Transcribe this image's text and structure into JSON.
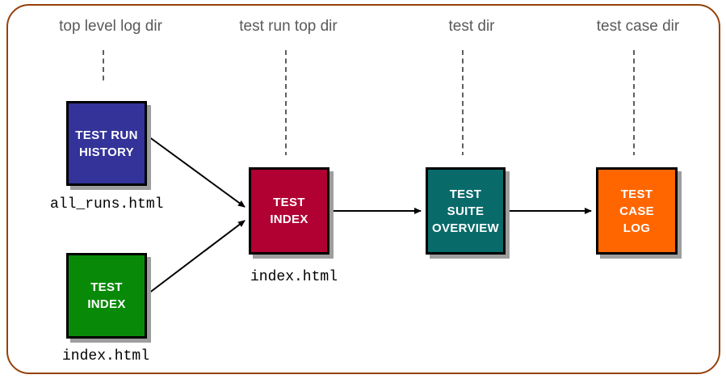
{
  "page": {
    "background_color": "#ffffff",
    "frame_border_color": "#964009"
  },
  "columns": [
    {
      "label": "top level log dir"
    },
    {
      "label": "test run top dir"
    },
    {
      "label": "test dir"
    },
    {
      "label": "test case dir"
    }
  ],
  "boxes": {
    "test_run_history": {
      "lines": [
        "TEST RUN",
        "HISTORY"
      ],
      "color": "#333399",
      "file_label": "all_runs.html"
    },
    "test_index_top": {
      "lines": [
        "TEST",
        "INDEX"
      ],
      "color": "#088A08",
      "file_label": "index.html"
    },
    "test_index_run": {
      "lines": [
        "TEST",
        "INDEX"
      ],
      "color": "#B10032",
      "file_label": "index.html"
    },
    "test_suite_overview": {
      "lines": [
        "TEST",
        "SUITE",
        "OVERVIEW"
      ],
      "color": "#096A6A"
    },
    "test_case_log": {
      "lines": [
        "TEST",
        "CASE",
        "LOG"
      ],
      "color": "#FF6600"
    }
  },
  "connections": [
    {
      "from": "test_run_history",
      "to": "test_index_run"
    },
    {
      "from": "test_index_top",
      "to": "test_index_run"
    },
    {
      "from": "test_index_run",
      "to": "test_suite_overview"
    },
    {
      "from": "test_suite_overview",
      "to": "test_case_log"
    }
  ]
}
